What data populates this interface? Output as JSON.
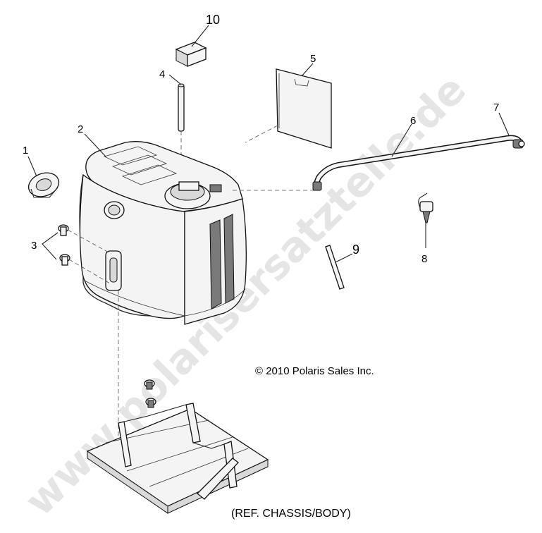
{
  "watermark": "www.polarisersatzteile.de",
  "copyright": "© 2010 Polaris Sales Inc.",
  "reference": "(REF. CHASSIS/BODY)",
  "callouts": [
    "1",
    "2",
    "3",
    "4",
    "5",
    "6",
    "7",
    "8",
    "9",
    "10"
  ],
  "colors": {
    "ink": "#000000",
    "watermark": "#d0d0d0",
    "background": "#ffffff"
  }
}
